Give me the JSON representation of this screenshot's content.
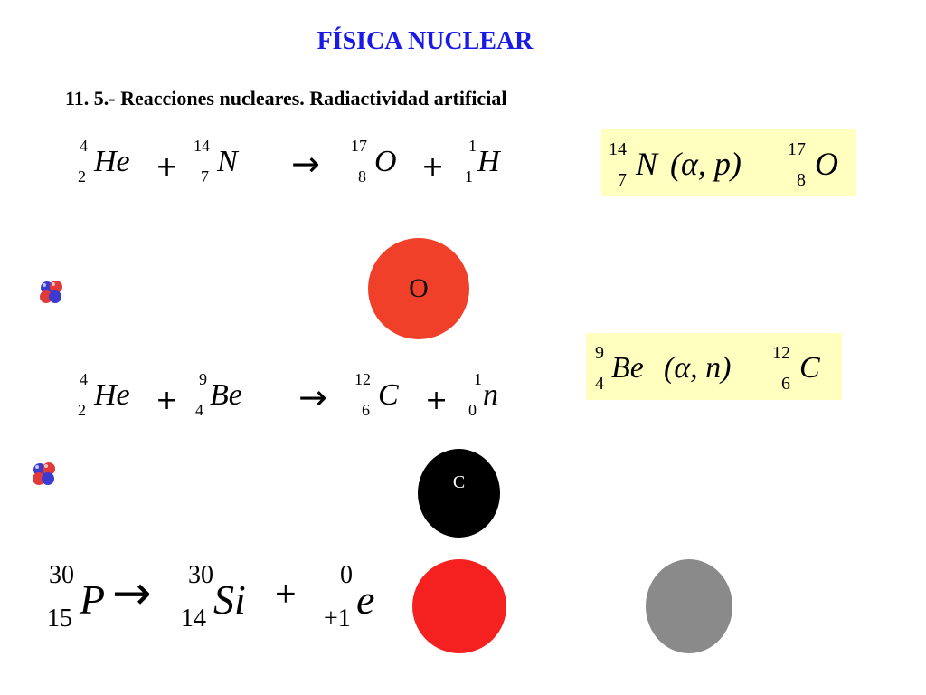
{
  "header": {
    "title": "FÍSICA NUCLEAR",
    "subtitle": "11. 5.- Reacciones nucleares. Radiactividad artificial"
  },
  "reaction1": {
    "n1": {
      "a": "4",
      "z": "2",
      "sym": "He"
    },
    "plus1": "+",
    "n2": {
      "a": "14",
      "z": "7",
      "sym": "N"
    },
    "arrow": "→",
    "n3": {
      "a": "17",
      "z": "8",
      "sym": "O"
    },
    "plus2": "+",
    "n4": {
      "a": "1",
      "z": "1",
      "sym": "H"
    }
  },
  "notation1": {
    "target": {
      "a": "14",
      "z": "7",
      "sym": "N"
    },
    "particles": "(α, p)",
    "product": {
      "a": "17",
      "z": "8",
      "sym": "O"
    }
  },
  "circle_o": {
    "label": "O",
    "color": "#f0402a"
  },
  "reaction2": {
    "n1": {
      "a": "4",
      "z": "2",
      "sym": "He"
    },
    "plus1": "+",
    "n2": {
      "a": "9",
      "z": "4",
      "sym": "Be"
    },
    "arrow": "→",
    "n3": {
      "a": "12",
      "z": "6",
      "sym": "C"
    },
    "plus2": "+",
    "n4": {
      "a": "1",
      "z": "0",
      "sym": "n"
    }
  },
  "notation2": {
    "target": {
      "a": "9",
      "z": "4",
      "sym": "Be"
    },
    "particles": "(α, n)",
    "product": {
      "a": "12",
      "z": "6",
      "sym": "C"
    }
  },
  "circle_c": {
    "label": "C",
    "color": "#000000"
  },
  "reaction3": {
    "n1": {
      "a": "30",
      "z": "15",
      "sym": "P"
    },
    "arrow": "→",
    "n2": {
      "a": "30",
      "z": "14",
      "sym": "Si"
    },
    "plus": "+",
    "n3": {
      "a": "0",
      "z": "+1",
      "sym": "e"
    }
  },
  "circle_red": {
    "color": "#f52020"
  },
  "circle_gray": {
    "color": "#8a8a8a"
  },
  "icons": {
    "alpha_particle_1": "alpha-particle-icon",
    "alpha_particle_2": "alpha-particle-icon"
  }
}
